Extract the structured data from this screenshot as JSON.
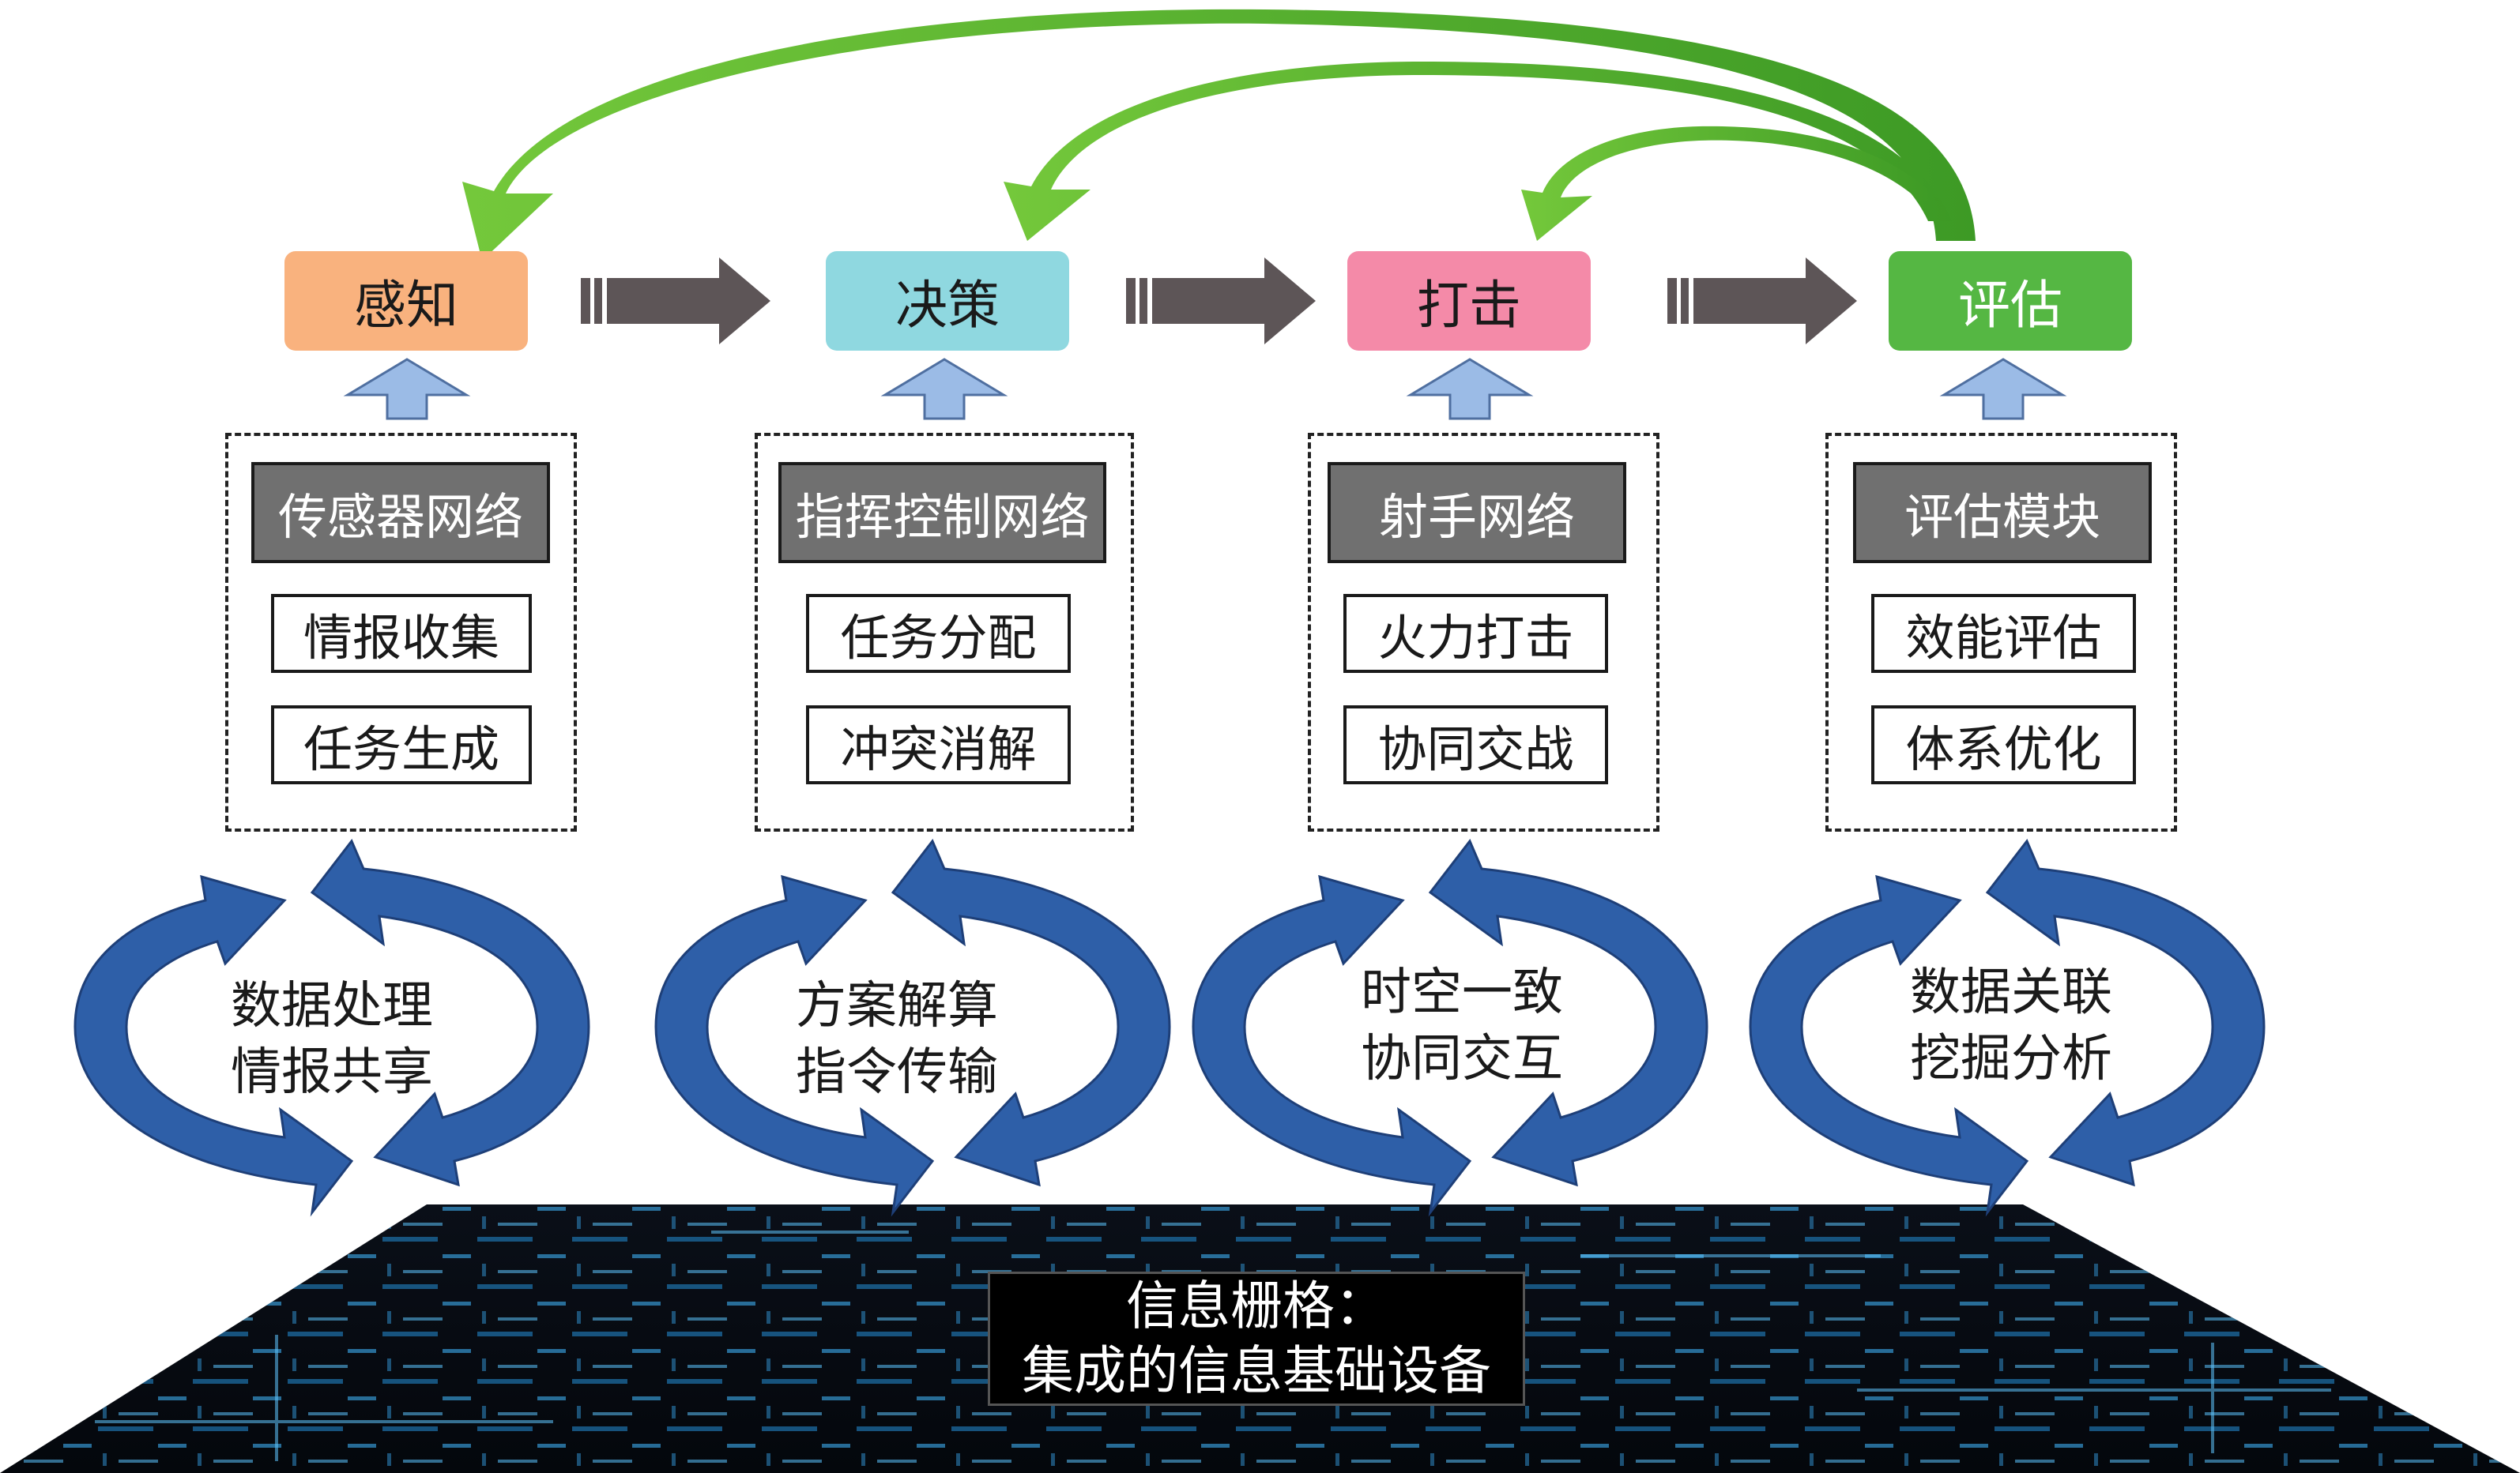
{
  "stages": {
    "perceive": "感知",
    "decide": "决策",
    "strike": "打击",
    "assess": "评估"
  },
  "networks": {
    "sensor": {
      "title": "传感器网络",
      "tasks": [
        "情报收集",
        "任务生成"
      ]
    },
    "command": {
      "title": "指挥控制网络",
      "tasks": [
        "任务分配",
        "冲突消解"
      ]
    },
    "shooter": {
      "title": "射手网络",
      "tasks": [
        "火力打击",
        "协同交战"
      ]
    },
    "evaluation": {
      "title": "评估模块",
      "tasks": [
        "效能评估",
        "体系优化"
      ]
    }
  },
  "cycles": [
    {
      "line1": "数据处理",
      "line2": "情报共享"
    },
    {
      "line1": "方案解算",
      "line2": "指令传输"
    },
    {
      "line1": "时空一致",
      "line2": "协同交互"
    },
    {
      "line1": "数据关联",
      "line2": "挖掘分析"
    }
  ],
  "grid": {
    "line1": "信息栅格：",
    "line2": "集成的信息基础设备"
  },
  "colors": {
    "perceive": "#f9b27e",
    "decide": "#8fd8e0",
    "strike": "#f48aa8",
    "assess": "#55b743",
    "feedback_arrow": "#5cb82e",
    "flow_arrow": "#5d5557",
    "up_arrow": "#9bbbe6",
    "cycle_arrow": "#2e5fa8"
  }
}
